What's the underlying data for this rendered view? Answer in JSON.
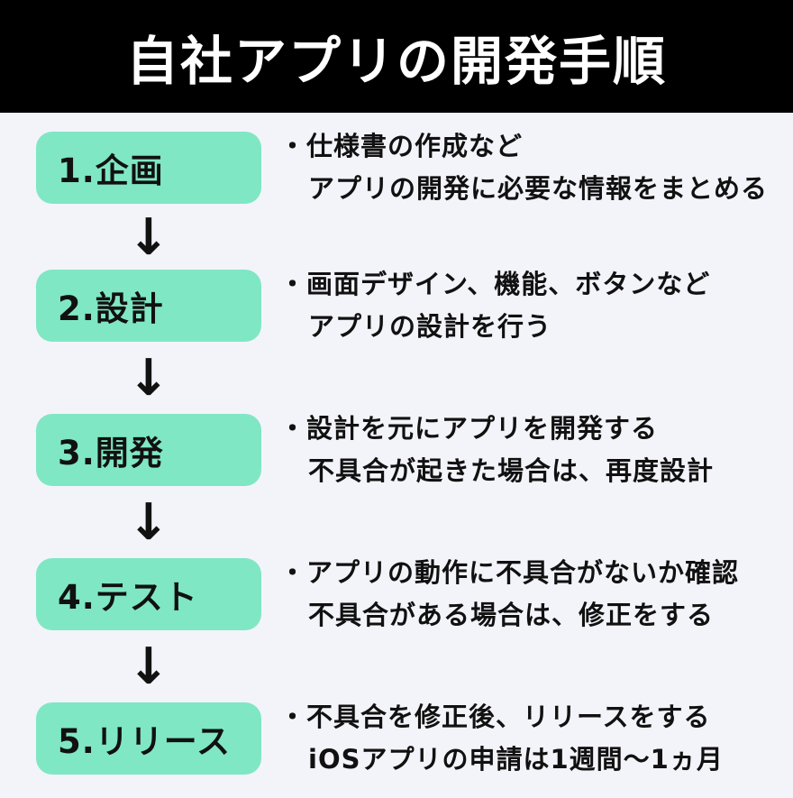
{
  "page": {
    "background_color": "#F3F3FA"
  },
  "header": {
    "title": "自社アプリの開発手順",
    "background_color": "#000000",
    "text_color": "#FFFFFF"
  },
  "colors": {
    "step_box": "#7FE7C3",
    "text": "#111111"
  },
  "arrow": {
    "glyph": "↓",
    "name": "down-arrow"
  },
  "steps": [
    {
      "label": "1.企画",
      "line1": "・仕様書の作成など",
      "line2": "アプリの開発に必要な情報をまとめる"
    },
    {
      "label": "2.設計",
      "line1": "・画面デザイン、機能、ボタンなど",
      "line2": "アプリの設計を行う"
    },
    {
      "label": "3.開発",
      "line1": "・設計を元にアプリを開発する",
      "line2": "不具合が起きた場合は、再度設計"
    },
    {
      "label": "4.テスト",
      "line1": "・アプリの動作に不具合がないか確認",
      "line2": "不具合がある場合は、修正をする"
    },
    {
      "label": "5.リリース",
      "line1": "・不具合を修正後、リリースをする",
      "line2": "iOSアプリの申請は1週間〜1ヵ月"
    }
  ]
}
